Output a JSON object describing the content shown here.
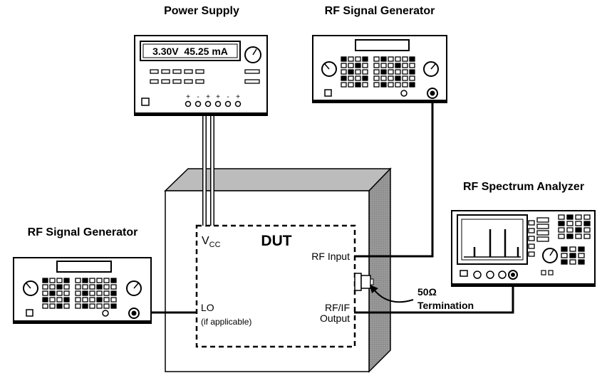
{
  "labels": {
    "power_supply": "Power Supply",
    "rf_gen_top": "RF Signal Generator",
    "spectrum_analyzer": "RF Spectrum Analyzer",
    "rf_gen_left": "RF Signal Generator",
    "termination_value": "50Ω",
    "termination_word": "Termination"
  },
  "power_supply_display": "3.30V  45.25 mA",
  "power_supply_terminals": [
    "+",
    "-",
    "+",
    "+",
    "-",
    "+"
  ],
  "dut": {
    "title": "DUT",
    "vcc_v": "V",
    "vcc_sub": "CC",
    "rf_input": "RF Input",
    "rf_if_line1": "RF/IF",
    "rf_if_line2": "Output",
    "lo_line1": "LO",
    "lo_line2": "(if applicable)"
  },
  "colors": {
    "stroke": "#000000",
    "box_side": "#8c8c8c",
    "box_top": "#bdbdbd",
    "instrument_body": "#ffffff"
  }
}
